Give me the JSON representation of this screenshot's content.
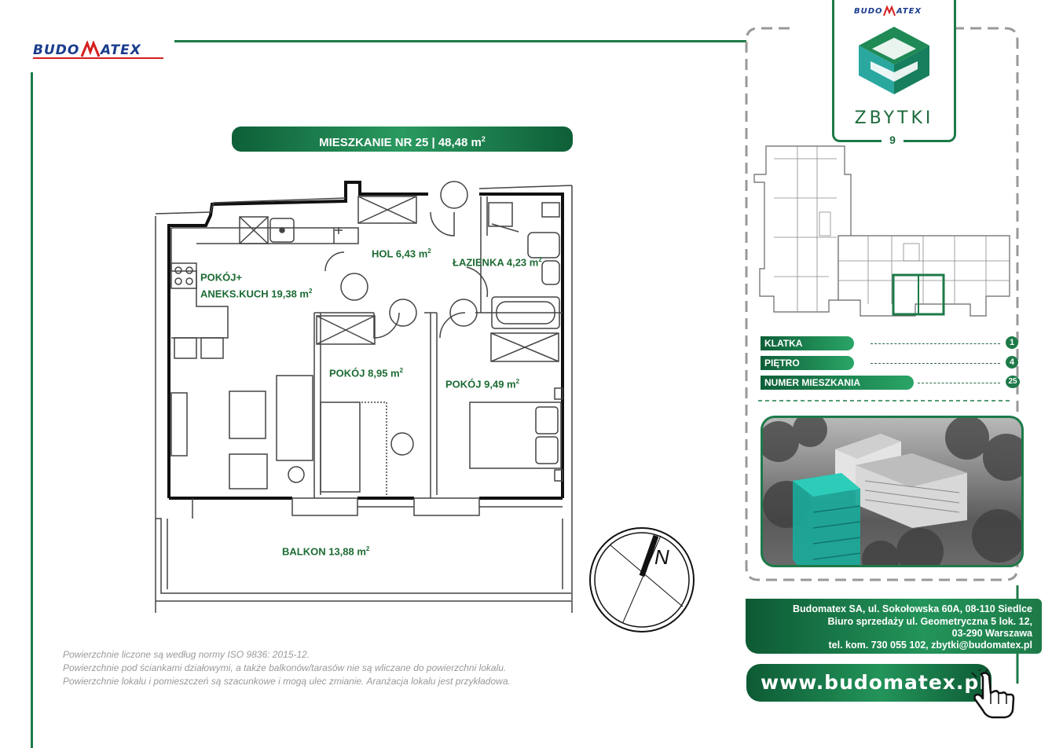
{
  "brand": {
    "name_part1": "BUDO",
    "name_part2": "ATEX",
    "accent": "#1d7a48",
    "blue": "#1a3c8c",
    "red": "#d42020"
  },
  "header_pill": {
    "title": "MIESZKANIE NR 25 | 48,48 m",
    "sup": "2"
  },
  "project": {
    "name": "ZBYTKI",
    "number": "9"
  },
  "rooms": [
    {
      "label": "HOL 6,43 m",
      "sup": "2"
    },
    {
      "label": "ŁAZIENKA 4,23 m",
      "sup": "2"
    },
    {
      "label": "POKÓJ+",
      "sup": ""
    },
    {
      "label": "ANEKS.KUCH 19,38 m",
      "sup": "2"
    },
    {
      "label": "POKÓJ 8,95 m",
      "sup": "2"
    },
    {
      "label": "POKÓJ 9,49 m",
      "sup": "2"
    },
    {
      "label": "BALKON 13,88 m",
      "sup": "2"
    }
  ],
  "compass": {
    "letter": "N"
  },
  "legend": [
    {
      "label": "KLATKA",
      "value": "1"
    },
    {
      "label": "PIĘTRO",
      "value": "4"
    },
    {
      "label": "NUMER MIESZKANIA",
      "value": "25"
    }
  ],
  "contact": {
    "line1": "Budomatex SA, ul. Sokołowska 60A, 08-110 Siedlce",
    "line2": "Biuro sprzedaży ul. Geometryczna 5 lok. 12,",
    "line3": "03-290 Warszawa",
    "line4": "tel. kom. 730 055 102, zbytki@budomatex.pl"
  },
  "website": {
    "url": "www.budomatex.pl"
  },
  "footnotes": [
    "Powierzchnie liczone są według normy ISO 9836: 2015-12.",
    "Powierzchnie pod ściankami działowymi, a także balkonów/tarasów nie są wliczane do powierzchni lokalu.",
    "Powierzchnie lokalu i pomieszczeń są szacunkowe i mogą ulec zmianie. Aranżacja lokalu jest przykładowa."
  ]
}
